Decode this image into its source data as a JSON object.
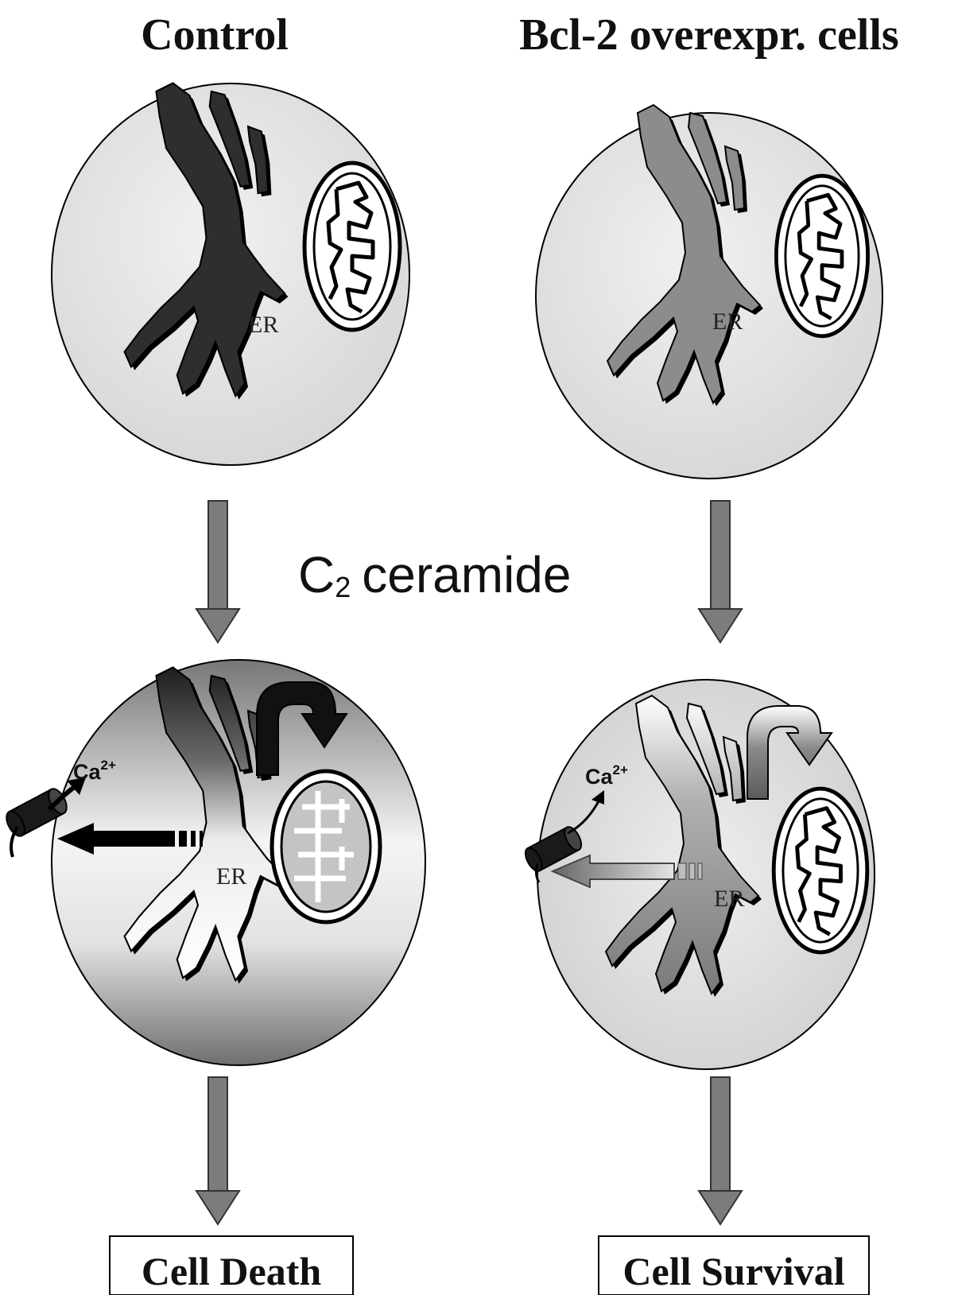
{
  "titles": {
    "control": "Control",
    "bcl2": "Bcl-2 overexpr. cells"
  },
  "treatment": {
    "main": "C",
    "subscript": "2",
    "rest": "ceramide"
  },
  "organelles": {
    "er_label": "ER"
  },
  "calcium": {
    "label": "Ca",
    "charge": "2+"
  },
  "outcomes": {
    "control": "Cell Death",
    "bcl2": "Cell Survival"
  }
}
